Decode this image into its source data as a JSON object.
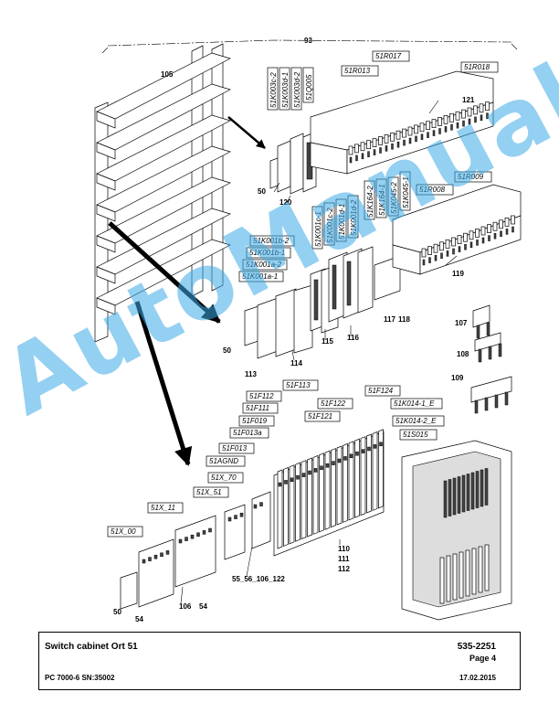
{
  "drawing": {
    "parts": [
      {
        "id": "p93",
        "text": "93"
      },
      {
        "id": "p105",
        "text": "105"
      },
      {
        "id": "p121",
        "text": "121"
      },
      {
        "id": "p120",
        "text": "120"
      },
      {
        "id": "p50a",
        "text": "50"
      },
      {
        "id": "p119",
        "text": "119"
      },
      {
        "id": "p107",
        "text": "107"
      },
      {
        "id": "p108",
        "text": "108"
      },
      {
        "id": "p109",
        "text": "109"
      },
      {
        "id": "p115",
        "text": "115"
      },
      {
        "id": "p116",
        "text": "116"
      },
      {
        "id": "p117",
        "text": "117"
      },
      {
        "id": "p118",
        "text": "118"
      },
      {
        "id": "p50b",
        "text": "50"
      },
      {
        "id": "p113",
        "text": "113"
      },
      {
        "id": "p114",
        "text": "114"
      },
      {
        "id": "p110",
        "text": "110"
      },
      {
        "id": "p111",
        "text": "111"
      },
      {
        "id": "p112",
        "text": "112"
      },
      {
        "id": "p55",
        "text": "55_56_106_122"
      },
      {
        "id": "p106",
        "text": "106"
      },
      {
        "id": "p54a",
        "text": "54"
      },
      {
        "id": "p50c",
        "text": "50"
      },
      {
        "id": "p54b",
        "text": "54"
      }
    ],
    "labels": [
      {
        "id": "l1",
        "text": "51K003c-2"
      },
      {
        "id": "l2",
        "text": "51K003d-1"
      },
      {
        "id": "l3",
        "text": "51K003d-2"
      },
      {
        "id": "l4",
        "text": "51Q005"
      },
      {
        "id": "l5",
        "text": "51R013"
      },
      {
        "id": "l6",
        "text": "51R017"
      },
      {
        "id": "l7",
        "text": "51R018"
      },
      {
        "id": "l8",
        "text": "51K001c-1"
      },
      {
        "id": "l9",
        "text": "51K001c-2"
      },
      {
        "id": "l10",
        "text": "51K001d-1"
      },
      {
        "id": "l11",
        "text": "51K001d-2"
      },
      {
        "id": "l12",
        "text": "51K164-2"
      },
      {
        "id": "l13",
        "text": "51K164-1"
      },
      {
        "id": "l14",
        "text": "51K045-2"
      },
      {
        "id": "l15",
        "text": "51K045-1"
      },
      {
        "id": "l16",
        "text": "51R008"
      },
      {
        "id": "l17",
        "text": "51R009"
      },
      {
        "id": "l18",
        "text": "51K001b-2"
      },
      {
        "id": "l19",
        "text": "51K001b-1"
      },
      {
        "id": "l20",
        "text": "51K001a-2"
      },
      {
        "id": "l21",
        "text": "51K001a-1"
      },
      {
        "id": "l22",
        "text": "51F113"
      },
      {
        "id": "l23",
        "text": "51F112"
      },
      {
        "id": "l24",
        "text": "51F111"
      },
      {
        "id": "l25",
        "text": "51F019"
      },
      {
        "id": "l26",
        "text": "51F013a"
      },
      {
        "id": "l27",
        "text": "51F013"
      },
      {
        "id": "l28",
        "text": "51AGND"
      },
      {
        "id": "l29",
        "text": "51X_70"
      },
      {
        "id": "l30",
        "text": "51X_51"
      },
      {
        "id": "l31",
        "text": "51X_11"
      },
      {
        "id": "l32",
        "text": "51X_00"
      },
      {
        "id": "l33",
        "text": "51F122"
      },
      {
        "id": "l34",
        "text": "51F121"
      },
      {
        "id": "l35",
        "text": "51F124"
      },
      {
        "id": "l36",
        "text": "51K014-1_E"
      },
      {
        "id": "l37",
        "text": "51K014-2_E"
      },
      {
        "id": "l38",
        "text": "51S015"
      }
    ]
  },
  "watermark": "AutoManual",
  "titleblock": {
    "title": "Switch cabinet Ort 51",
    "number": "535-2251",
    "page": "Page 4",
    "model": "PC 7000-6 SN:35002",
    "date": "17.02.2015"
  }
}
